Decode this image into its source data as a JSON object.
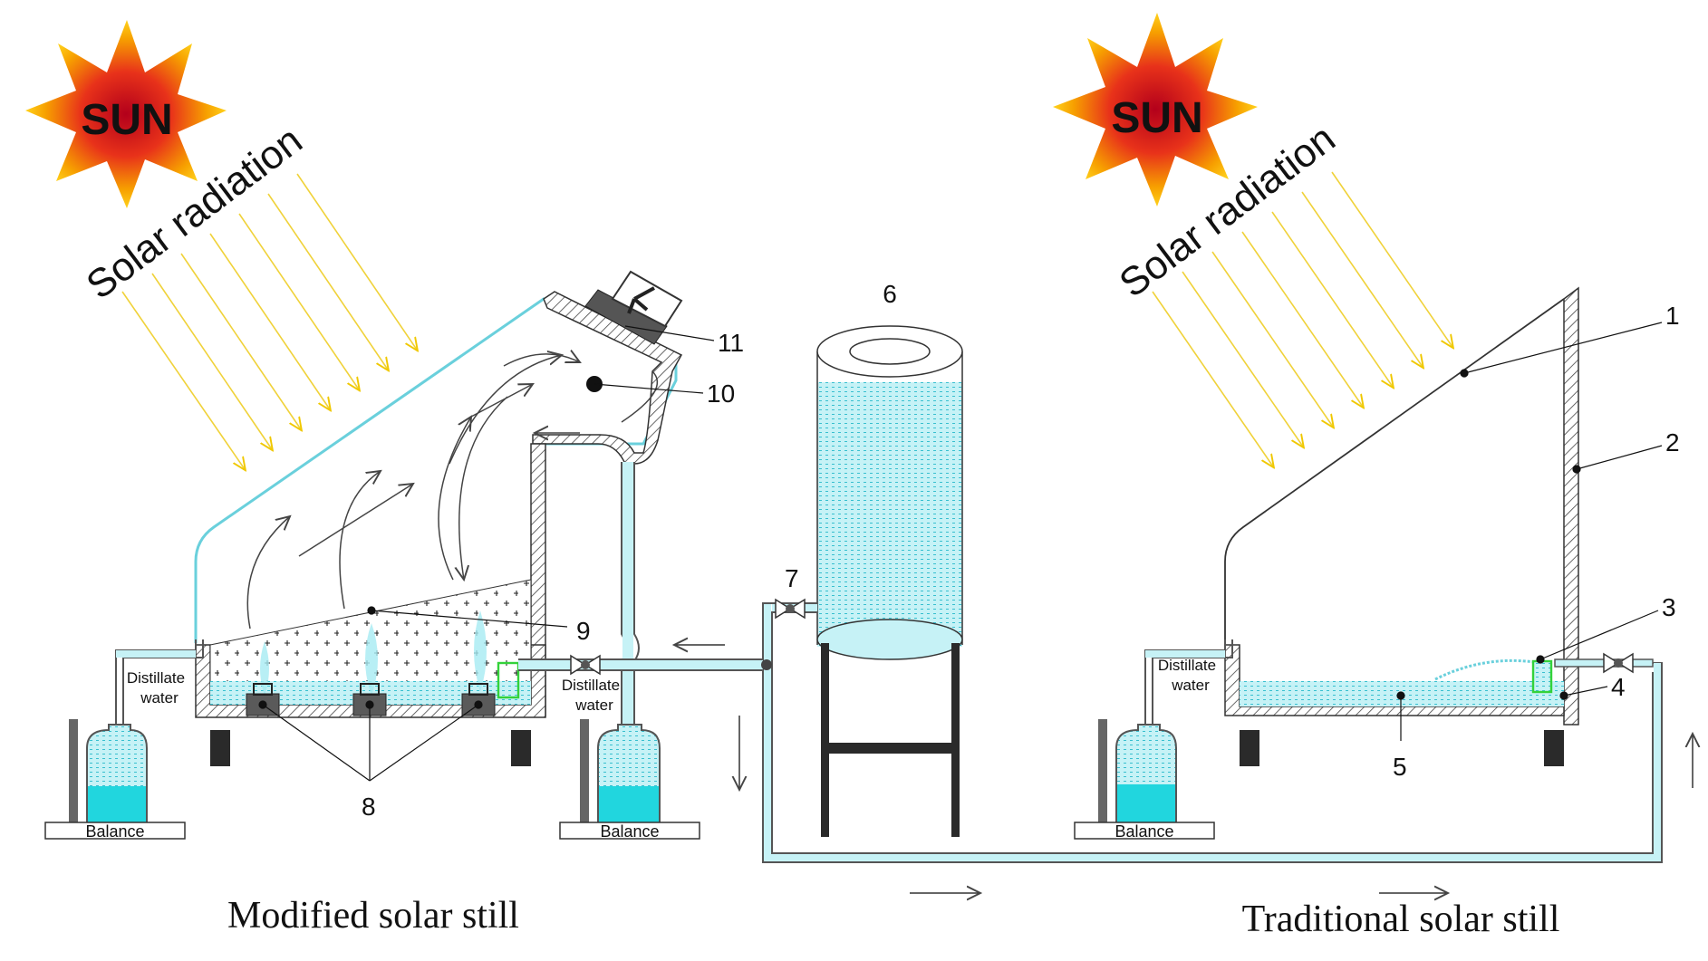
{
  "sun_label": "SUN",
  "radiation_label": "Solar radiation",
  "distillate_label_line1": "Distillate",
  "distillate_label_line2": "water",
  "balance_label": "Balance",
  "captions": {
    "modified": "Modified solar still",
    "traditional": "Traditional solar still"
  },
  "part_numbers": {
    "n1": "1",
    "n2": "2",
    "n3": "3",
    "n4": "4",
    "n5": "5",
    "n6": "6",
    "n7": "7",
    "n8": "8",
    "n9": "9",
    "n10": "10",
    "n11": "11"
  },
  "colors": {
    "water": "#bff0f4",
    "water_dot": "#3cc3d2",
    "collected_water": "#21d6de",
    "wall": "#404040",
    "sun_outer": "#f5c400",
    "sun_inner": "#d81e1e",
    "ray": "#f0d23a",
    "pipe": "#c9f1f6",
    "foot": "#2a2a2a",
    "heater": "#5a5a5a"
  }
}
